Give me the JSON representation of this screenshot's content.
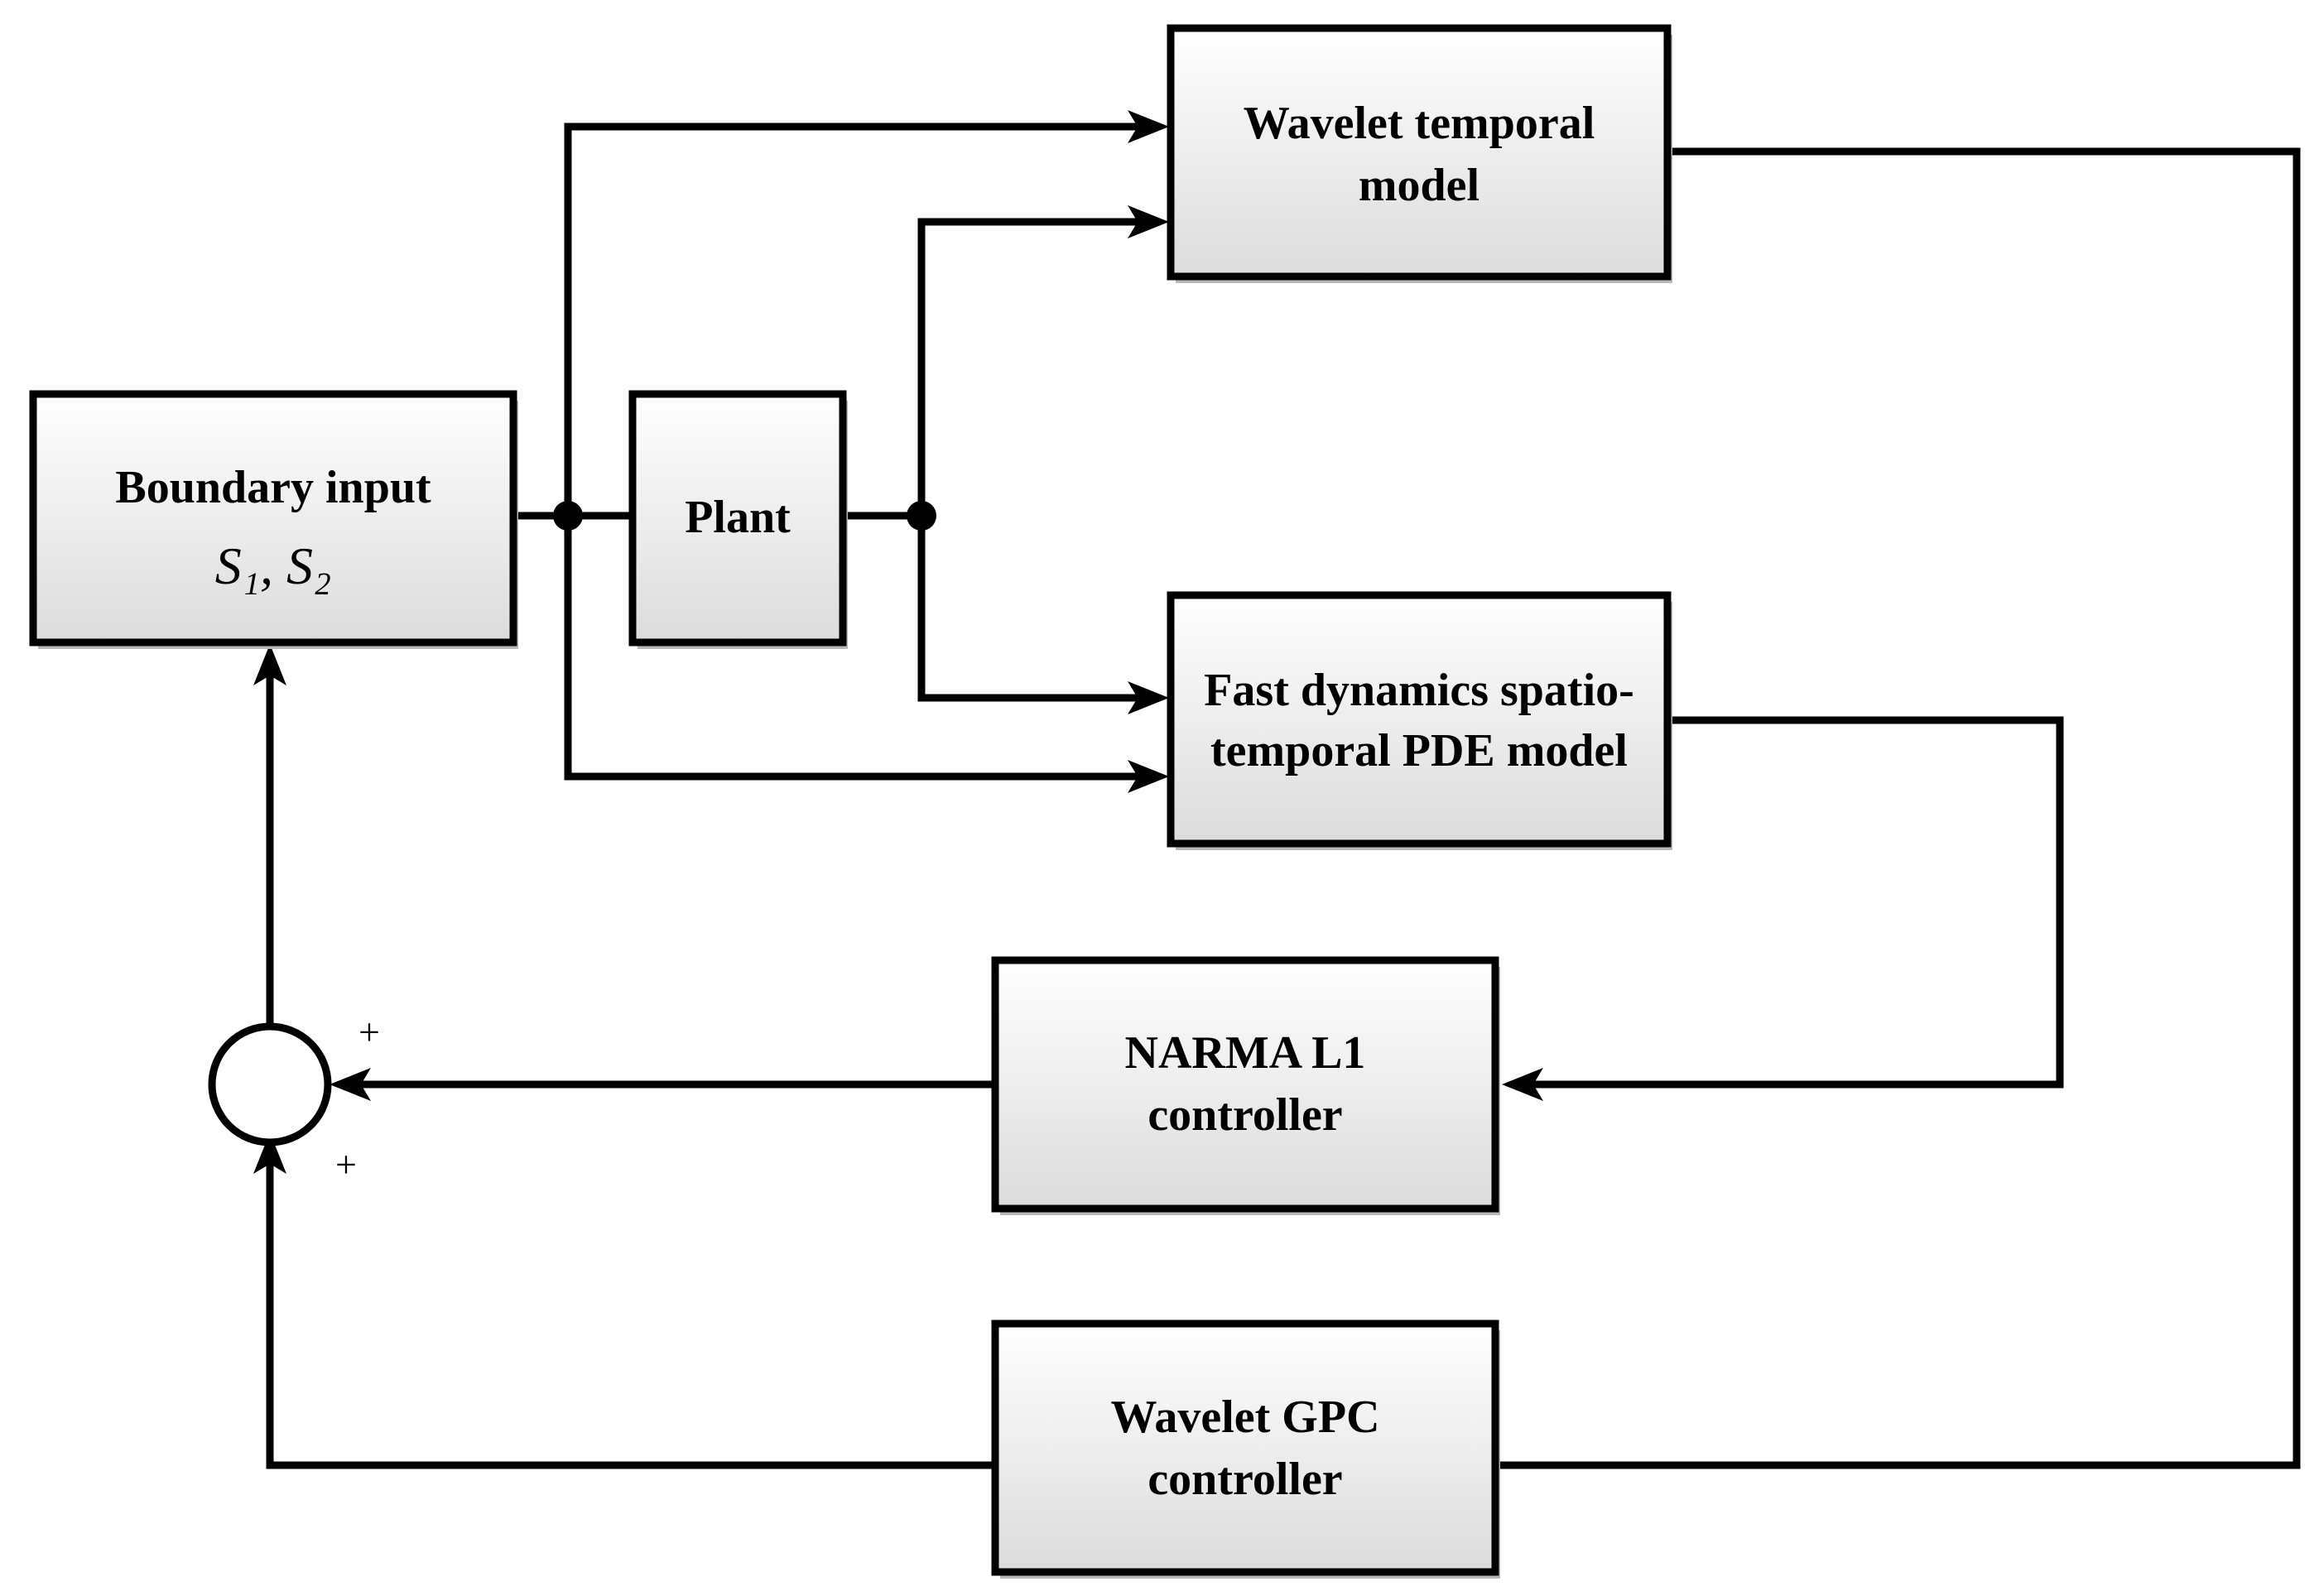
{
  "colors": {
    "box_fill_top": "#ffffff",
    "box_fill_bottom": "#dcdcdc",
    "line": "#000000",
    "background": "#ffffff"
  },
  "blocks": {
    "boundary_input": {
      "line1": "Boundary input",
      "math": "S₁, S₂"
    },
    "plant": {
      "line1": "Plant"
    },
    "wavelet_temporal": {
      "line1": "Wavelet temporal",
      "line2": "model"
    },
    "fast_dynamics": {
      "line1": "Fast dynamics spatio-",
      "line2": "temporal PDE model"
    },
    "narma": {
      "line1": "NARMA L1",
      "line2": "controller"
    },
    "wavelet_gpc": {
      "line1": "Wavelet GPC",
      "line2": "controller"
    }
  },
  "summing_junction": {
    "sign_top": "+",
    "sign_bottom": "+"
  }
}
